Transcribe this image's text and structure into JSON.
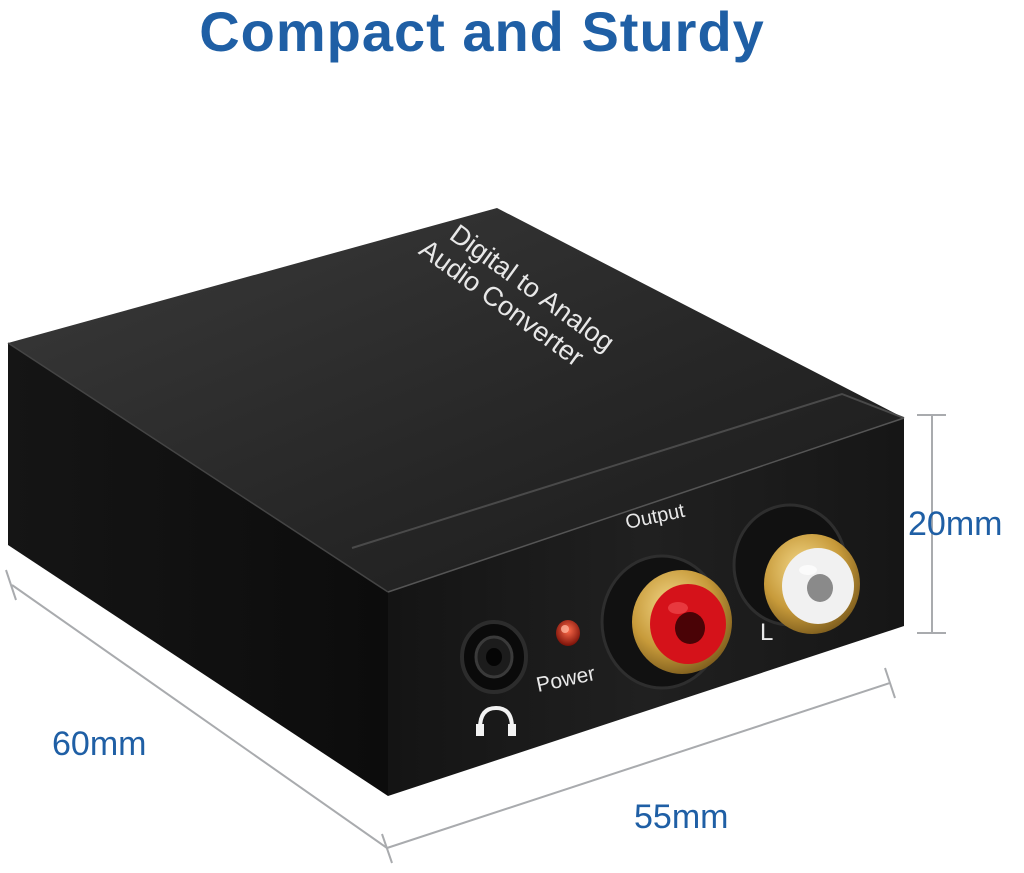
{
  "headline": "Compact and Sturdy",
  "device": {
    "top_label_line1": "Digital to Analog",
    "top_label_line2": "Audio Converter",
    "output_label": "Output",
    "power_label": "Power",
    "left_channel_label": "L",
    "headphone_icon": "headphone-icon"
  },
  "dimensions": {
    "height": "20mm",
    "depth": "60mm",
    "width": "55mm"
  },
  "colors": {
    "headline": "#1f5fa5",
    "dimension_text": "#1f5fa5",
    "dimension_lines": "#a9abae",
    "body": "#1c1c1c",
    "rca_red": "#d5121a",
    "rca_white": "#f1f1f1",
    "gold": "#c79a3a"
  }
}
